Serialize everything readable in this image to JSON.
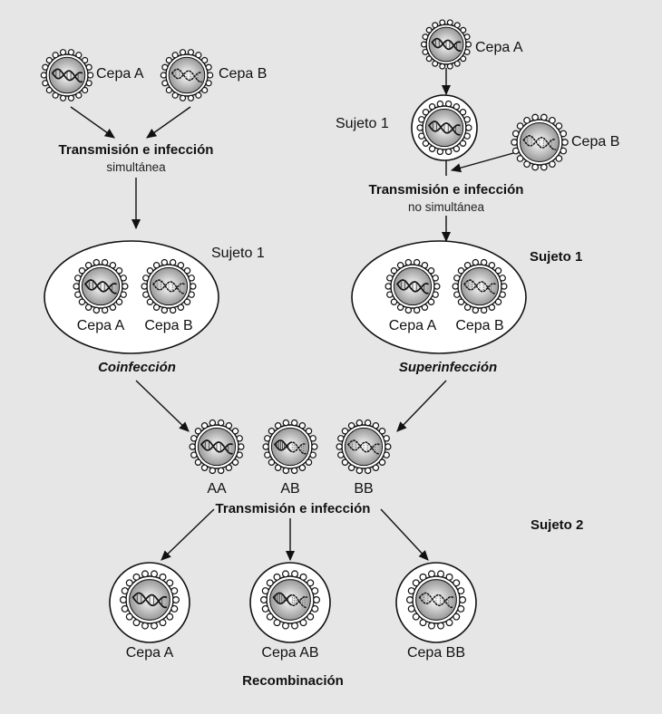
{
  "colors": {
    "background": "#e6e6e6",
    "line": "#111111",
    "virus_core_light": "#ffffff",
    "virus_core_dark": "#8e8e8e",
    "host_cell": "#ffffff"
  },
  "icons": {
    "virus": "virus-particle-icon",
    "strain_a_genome": "solid-double-helix-icon",
    "strain_b_genome": "dotted-double-helix-icon",
    "host": "host-cell-icon"
  },
  "left": {
    "strain_a": "Cepa A",
    "strain_b": "Cepa B",
    "transmission": "Transmisión e infección",
    "transmission_sub": "simultánea",
    "subject": "Sujeto 1",
    "cell_a": "Cepa A",
    "cell_b": "Cepa B",
    "process": "Coinfección"
  },
  "right": {
    "strain_a": "Cepa A",
    "subject_top": "Sujeto 1",
    "strain_b": "Cepa B",
    "transmission": "Transmisión e infección",
    "transmission_sub": "no simultánea",
    "subject": "Sujeto 1",
    "cell_a": "Cepa A",
    "cell_b": "Cepa B",
    "process": "Superinfección"
  },
  "middle": {
    "aa": "AA",
    "ab": "AB",
    "bb": "BB",
    "transmission": "Transmisión e infección",
    "subject2": "Sujeto 2"
  },
  "bottom": {
    "out_a": "Cepa A",
    "out_ab": "Cepa AB",
    "out_bb": "Cepa BB",
    "footer": "Recombinación"
  }
}
